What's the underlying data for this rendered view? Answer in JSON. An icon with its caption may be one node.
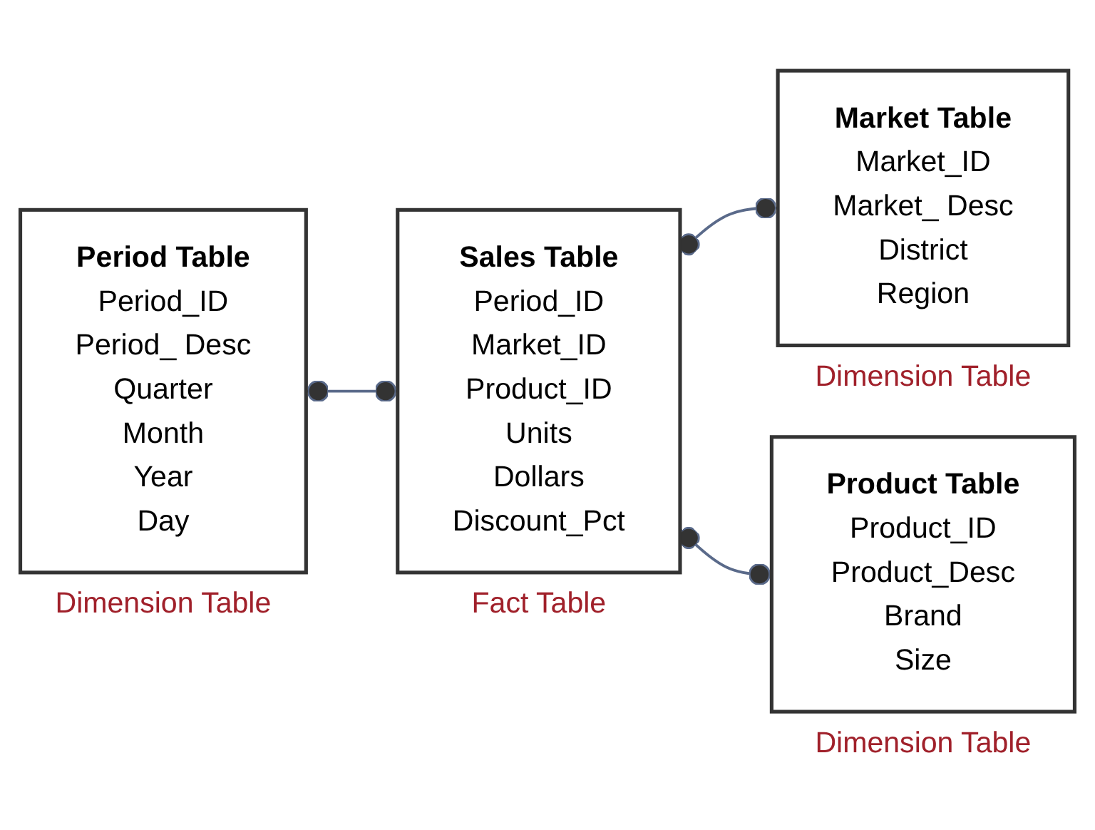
{
  "diagram": {
    "nodes": [
      {
        "text": [
          "Period Table",
          "Period_ID",
          "Period_ Desc",
          "Quarter",
          "Month",
          "Year",
          "Day"
        ],
        "beside": [
          "Dimension Table"
        ]
      },
      {
        "text": [
          "Market Table",
          "Market_ID",
          "Market_ Desc",
          "District",
          "Region"
        ],
        "beside": [
          "Dimension Table"
        ]
      },
      {
        "text": [
          "Sales Table",
          "Period_ID",
          "Market_ID",
          "Product_ID",
          "Units",
          "Dollars",
          "Discount_Pct"
        ],
        "beside": [
          "Fact Table"
        ]
      },
      {
        "text": [
          "Product Table",
          "Product_ID",
          "Product_Desc",
          "Brand",
          "Size"
        ],
        "beside": [
          "Dimension Table"
        ]
      }
    ],
    "edges": [
      {
        "from": 0,
        "to": 2,
        "arrow": "other"
      },
      {
        "from": 2,
        "to": 1,
        "arrow": "other"
      },
      {
        "from": 2,
        "to": 3,
        "arrow": "other"
      }
    ]
  }
}
